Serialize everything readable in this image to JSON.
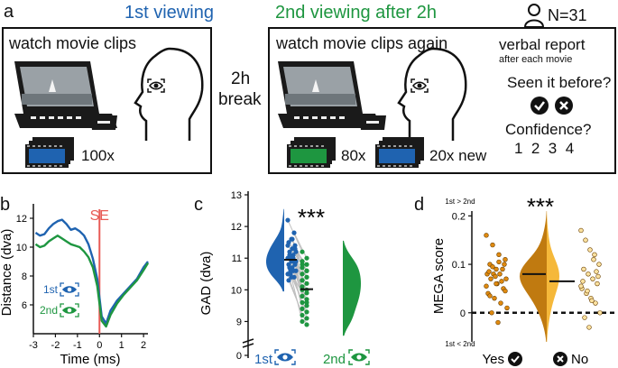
{
  "panel_a": {
    "letter": "a",
    "first_viewing": "1st viewing",
    "second_viewing": "2nd viewing after 2h",
    "participants": "N=31",
    "watch_label": "watch movie clips",
    "watch_again_label": "watch movie clips again",
    "break_top": "2h",
    "break_bottom": "break",
    "clips_first": "100x",
    "clips_old": "80x",
    "clips_new": "20x new",
    "verbal_report": "verbal report",
    "after_each_movie": "after each movie",
    "seen_before": "Seen it before?",
    "confidence": "Confidence?",
    "confidence_scale": "1  2  3  4",
    "colors": {
      "blue": "#1f63b0",
      "green": "#1e9640",
      "orange": "#e08a10"
    }
  },
  "panel_b": {
    "letter": "b",
    "ylabel": "Distance (dva)",
    "xlabel": "Time (ms)",
    "se_label": "SE",
    "legend_first": "1st",
    "legend_second": "2nd",
    "xticks": [
      "-3",
      "-2",
      "-1",
      "0",
      "1",
      "2"
    ],
    "yticks": [
      "12",
      "10",
      "8",
      "6"
    ]
  },
  "panel_c": {
    "letter": "c",
    "ylabel": "GAD (dva)",
    "yticks": [
      "13",
      "12",
      "11",
      "10",
      "9",
      "0"
    ],
    "significance": "***",
    "xlabel_first": "1st",
    "xlabel_second": "2nd"
  },
  "panel_d": {
    "letter": "d",
    "ylabel": "MEGA score",
    "yticks": [
      "0.2",
      "0.1",
      "0"
    ],
    "top_note": "1st > 2nd",
    "bottom_note": "1st < 2nd",
    "significance": "***",
    "yes_label": "Yes",
    "no_label": "No"
  },
  "chart_data": [
    {
      "panel": "b",
      "type": "line",
      "xlabel": "Time (ms)",
      "ylabel": "Distance (dva)",
      "xlim": [
        -3,
        2.2
      ],
      "ylim": [
        4,
        13
      ],
      "annotation": "SE at x = 0",
      "series": [
        {
          "name": "1st",
          "x": [
            -2.9,
            -2.7,
            -2.5,
            -2.3,
            -2.1,
            -1.9,
            -1.7,
            -1.5,
            -1.3,
            -1.1,
            -0.9,
            -0.7,
            -0.5,
            -0.3,
            -0.1,
            0.1,
            0.3,
            0.5,
            0.8,
            1.1,
            1.4,
            1.7,
            2.0,
            2.2
          ],
          "values": [
            11.0,
            10.8,
            10.9,
            11.3,
            11.6,
            11.8,
            11.9,
            11.6,
            11.2,
            11.3,
            11.1,
            10.8,
            10.2,
            9.2,
            7.8,
            5.2,
            4.7,
            5.6,
            6.3,
            6.8,
            7.3,
            7.8,
            8.6,
            9.0
          ]
        },
        {
          "name": "2nd",
          "x": [
            -2.9,
            -2.7,
            -2.5,
            -2.3,
            -2.1,
            -1.9,
            -1.7,
            -1.5,
            -1.3,
            -1.1,
            -0.9,
            -0.7,
            -0.5,
            -0.3,
            -0.1,
            0.1,
            0.3,
            0.5,
            0.8,
            1.1,
            1.4,
            1.7,
            2.0,
            2.2
          ],
          "values": [
            10.2,
            10.0,
            10.1,
            10.4,
            10.6,
            10.8,
            10.6,
            10.4,
            10.2,
            10.1,
            10.0,
            9.7,
            9.3,
            8.6,
            7.3,
            4.9,
            4.5,
            5.3,
            6.1,
            6.7,
            7.2,
            7.7,
            8.4,
            8.9
          ]
        }
      ]
    },
    {
      "panel": "c",
      "type": "scatter",
      "ylabel": "GAD (dva)",
      "ylim": [
        8.5,
        13
      ],
      "series": [
        {
          "name": "1st",
          "values": [
            12.2,
            11.8,
            11.6,
            11.5,
            11.4,
            11.3,
            11.2,
            11.2,
            11.1,
            11.0,
            11.0,
            10.9,
            10.9,
            10.8,
            10.8,
            10.7,
            10.7,
            10.6,
            10.6,
            10.5,
            10.5,
            10.4,
            10.4,
            10.3,
            11.3,
            11.6,
            11.1,
            10.9,
            11.0,
            10.6,
            11.4
          ],
          "median": 10.95
        },
        {
          "name": "2nd",
          "values": [
            11.2,
            11.0,
            10.9,
            10.8,
            10.7,
            10.6,
            10.5,
            10.4,
            10.3,
            10.2,
            10.1,
            10.0,
            10.0,
            9.9,
            9.8,
            9.7,
            9.6,
            9.5,
            9.4,
            9.3,
            9.2,
            9.1,
            9.0,
            8.9,
            10.3,
            10.6,
            9.8,
            10.4,
            10.1,
            9.6,
            10.8
          ],
          "median": 10.02
        }
      ]
    },
    {
      "panel": "d",
      "type": "scatter",
      "ylabel": "MEGA score",
      "ylim": [
        -0.06,
        0.21
      ],
      "series": [
        {
          "name": "Yes",
          "values": [
            0.16,
            0.14,
            0.12,
            0.11,
            0.1,
            0.09,
            0.09,
            0.08,
            0.08,
            0.08,
            0.07,
            0.07,
            0.06,
            0.05,
            0.04,
            0.03,
            0.02,
            0.01,
            0.0,
            -0.02,
            0.1,
            0.085,
            0.075,
            0.065,
            0.055,
            0.095,
            0.105,
            0.045,
            0.035,
            0.06
          ],
          "median": 0.08
        },
        {
          "name": "No",
          "values": [
            0.17,
            0.15,
            0.13,
            0.12,
            0.1,
            0.09,
            0.08,
            0.07,
            0.06,
            0.05,
            0.04,
            0.03,
            0.02,
            0.0,
            -0.01,
            -0.03,
            0.11,
            0.075,
            0.065,
            0.045,
            0.025,
            0.085,
            0.055
          ],
          "median": 0.065
        }
      ]
    }
  ]
}
